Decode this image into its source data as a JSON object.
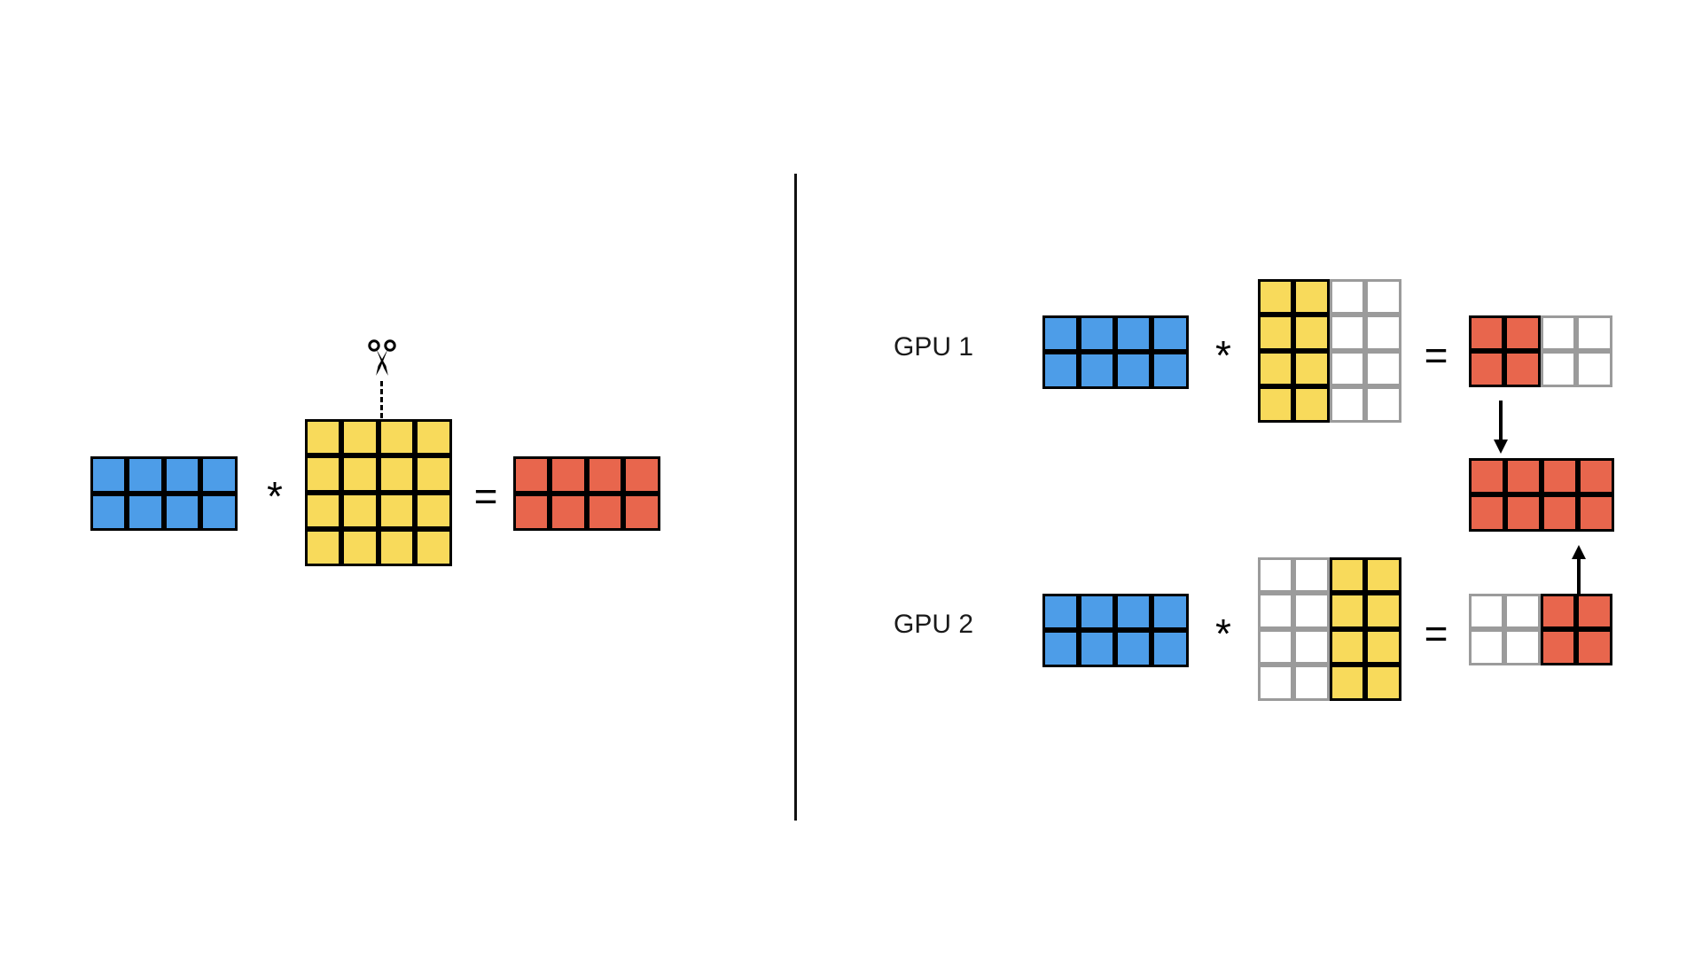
{
  "figure": {
    "title": "",
    "type": "diagram",
    "description": "Column-parallel tensor-parallel matrix multiplication split across two GPUs",
    "background_color": "#ffffff"
  },
  "colors": {
    "input_blue": "#4d9de8",
    "weight_yellow": "#f8da5b",
    "output_red": "#e8664d",
    "inactive_white": "#ffffff",
    "border_active": "#000000",
    "border_inactive": "#9b9b9b",
    "divider": "#111111"
  },
  "left_panel": {
    "name": "unsharded-matmul",
    "input_matrix": {
      "name": "input-activations",
      "rows": 2,
      "cols": 4,
      "fill": "blue"
    },
    "operator_multiply": "*",
    "weight_matrix": {
      "name": "weight-matrix",
      "rows": 4,
      "cols": 4,
      "fill": "yellow"
    },
    "operator_equals": "=",
    "output_matrix": {
      "name": "output-activations",
      "rows": 2,
      "cols": 4,
      "fill": "red"
    },
    "cut_annotation": {
      "icon": "scissors-icon",
      "label": "",
      "cut_style": "vertical dashed line splitting weight columns in half"
    }
  },
  "right_panel": {
    "name": "sharded-matmul",
    "rows": [
      {
        "label": "GPU 1",
        "input_matrix": {
          "rows": 2,
          "cols": 4,
          "fill": "blue",
          "active_cols": [
            0,
            1,
            2,
            3
          ]
        },
        "operator_multiply": "*",
        "weight_matrix": {
          "rows": 4,
          "cols": 4,
          "fill": "yellow",
          "active_cols": [
            0,
            1
          ]
        },
        "operator_equals": "=",
        "output_matrix": {
          "rows": 2,
          "cols": 4,
          "fill": "red",
          "active_cols": [
            0,
            1
          ]
        }
      },
      {
        "label": "GPU 2",
        "input_matrix": {
          "rows": 2,
          "cols": 4,
          "fill": "blue",
          "active_cols": [
            0,
            1,
            2,
            3
          ]
        },
        "operator_multiply": "*",
        "weight_matrix": {
          "rows": 4,
          "cols": 4,
          "fill": "yellow",
          "active_cols": [
            2,
            3
          ]
        },
        "operator_equals": "=",
        "output_matrix": {
          "rows": 2,
          "cols": 4,
          "fill": "red",
          "active_cols": [
            2,
            3
          ]
        }
      }
    ],
    "combined_output": {
      "name": "all-gather-output",
      "rows": 2,
      "cols": 4,
      "fill": "red",
      "arrow_from_gpu1": "down-arrow",
      "arrow_from_gpu2": "up-arrow"
    }
  }
}
